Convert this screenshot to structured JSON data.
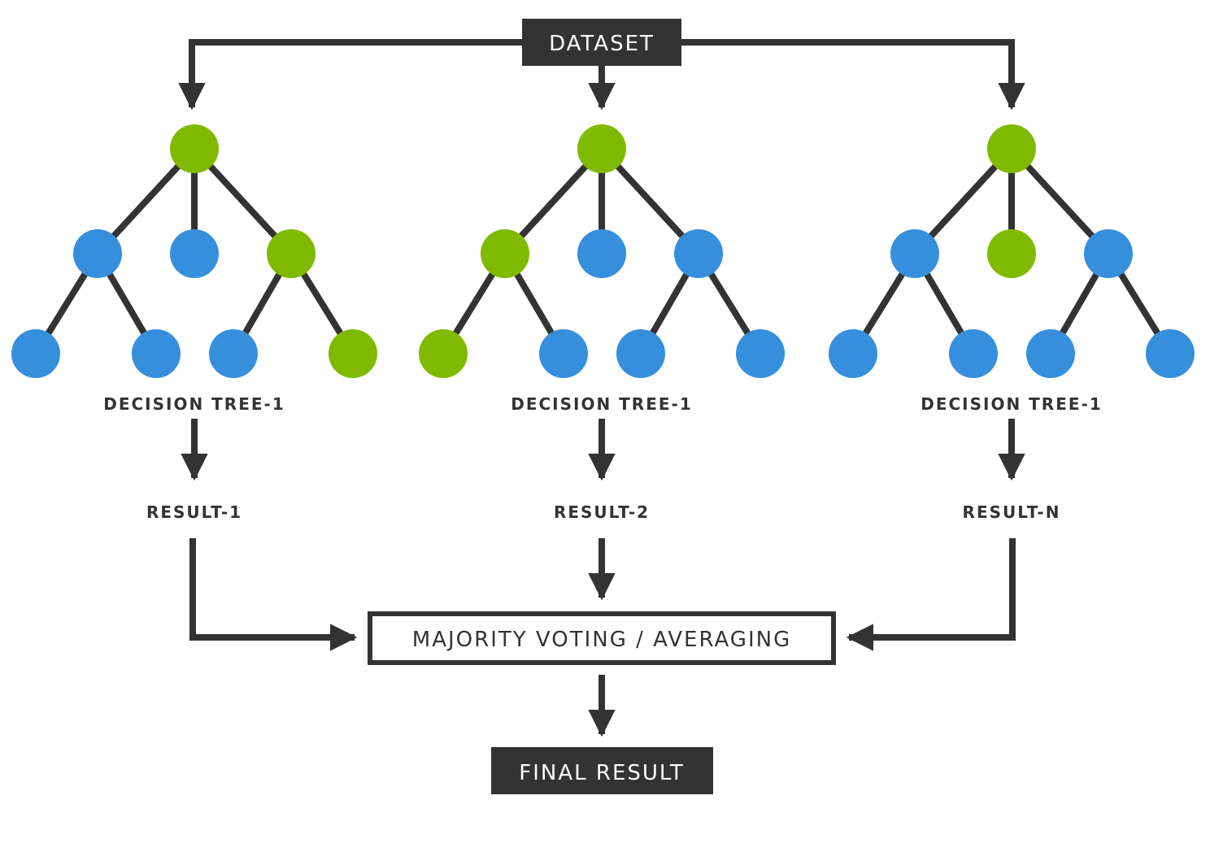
{
  "colors": {
    "line": "#333333",
    "leaf_blue": "#358fdd",
    "path_green": "#7fba00",
    "box_dark": "#333333",
    "box_text": "#ffffff"
  },
  "dataset_label": "DATASET",
  "trees": [
    {
      "label": "DECISION TREE-1",
      "result": "RESULT-1",
      "node_colors": [
        "green",
        "blue",
        "blue",
        "green",
        "blue",
        "blue",
        "blue",
        "green"
      ]
    },
    {
      "label": "DECISION TREE-1",
      "result": "RESULT-2",
      "node_colors": [
        "green",
        "green",
        "blue",
        "blue",
        "green",
        "blue",
        "blue",
        "blue"
      ]
    },
    {
      "label": "DECISION TREE-1",
      "result": "RESULT-N",
      "node_colors": [
        "green",
        "blue",
        "green",
        "blue",
        "blue",
        "blue",
        "blue",
        "blue"
      ]
    }
  ],
  "aggregation_label": "MAJORITY VOTING / AVERAGING",
  "final_label": "FINAL RESULT"
}
